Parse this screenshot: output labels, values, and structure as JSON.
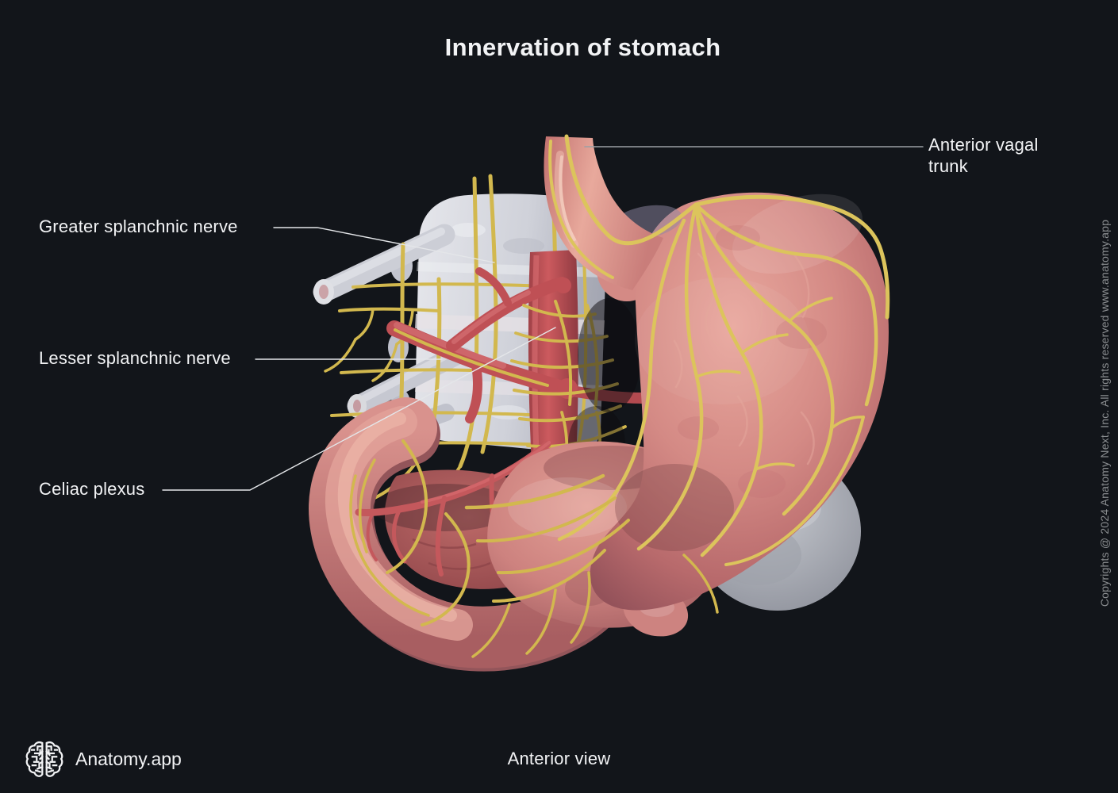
{
  "title": "Innervation of stomach",
  "view_caption": "Anterior view",
  "brand": {
    "name": "Anatomy.app",
    "logo_icon": "brain-icon"
  },
  "copyright": {
    "text": "Copyrights @ 2024 Anatomy Next, Inc. All rights reserved www.anatomy.app"
  },
  "labels": {
    "anterior_vagal_trunk": {
      "text": "Anterior vagal trunk"
    },
    "greater_splanchnic_nerve": {
      "text": "Greater splanchnic nerve"
    },
    "lesser_splanchnic_nerve": {
      "text": "Lesser splanchnic nerve"
    },
    "celiac_plexus": {
      "text": "Celiac plexus"
    }
  },
  "colors": {
    "background": "#12151a",
    "text": "#f2f3f5",
    "muted_text": "#8a8d90",
    "leader_line": "#dfe2e5",
    "nerve_yellow": "#d2b84e",
    "artery_red": "#c25055",
    "organ_pink": "#d08280",
    "bone_gray": "#ccced6"
  },
  "illustration": {
    "name": "stomach-innervation-3d-render",
    "parts": [
      "esophagus",
      "stomach",
      "duodenum",
      "pancreas",
      "vertebral-column",
      "ribs",
      "aorta",
      "celiac-trunk",
      "nerves"
    ]
  }
}
